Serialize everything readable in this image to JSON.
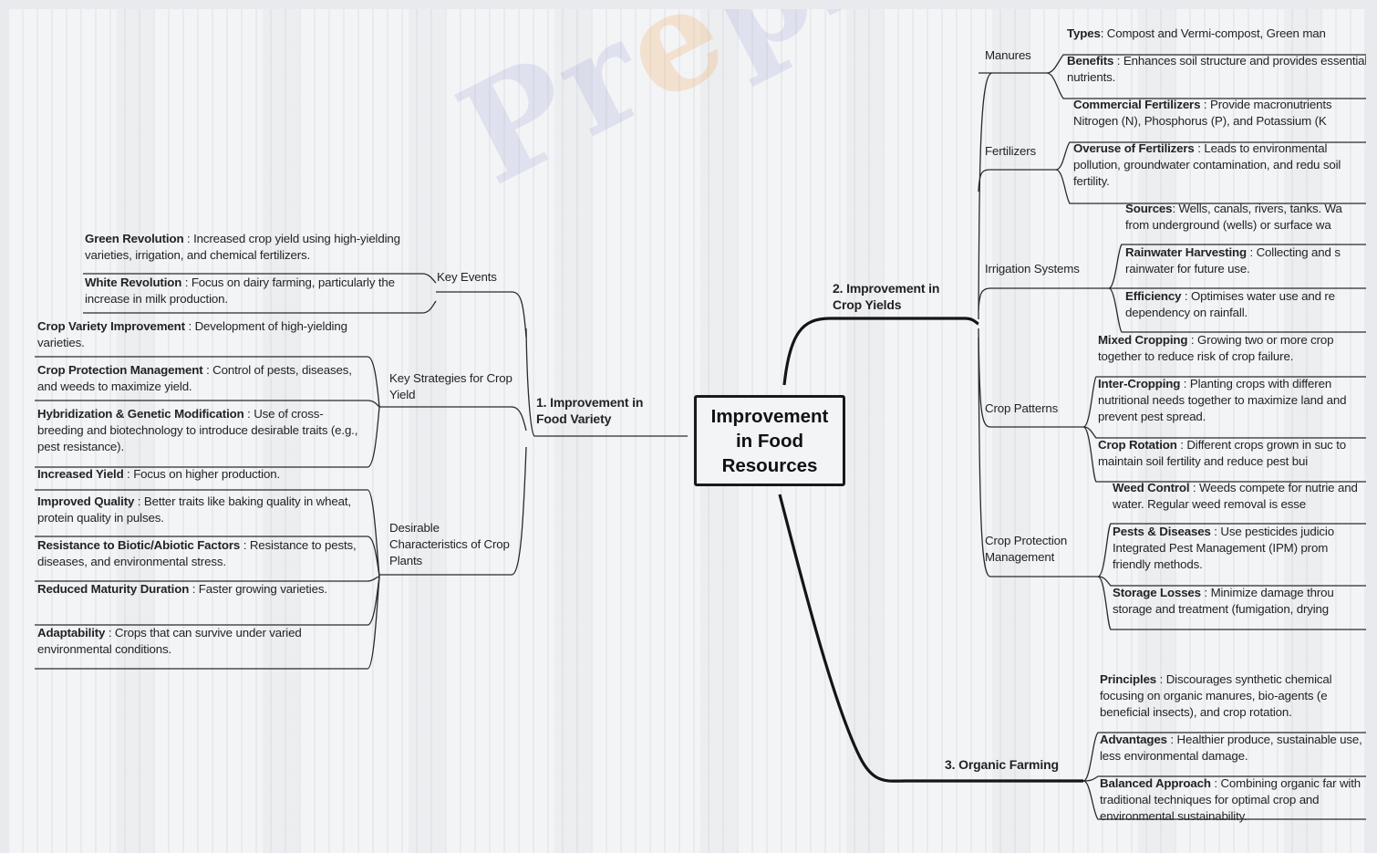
{
  "watermark": {
    "text_a": "P",
    "text_b": "r",
    "text_c": "e",
    "text_d": "pzy"
  },
  "center": "Improvement in Food Resources",
  "branches": {
    "food_variety": "1. Improvement in Food Variety",
    "crop_yields": "2. Improvement in Crop Yields",
    "organic": "3. Organic Farming"
  },
  "left": {
    "key_events": {
      "label": "Key Events",
      "items": [
        {
          "k": "Green Revolution",
          "v": " : Increased crop yield using high-yielding varieties, irrigation, and chemical fertilizers."
        },
        {
          "k": "White Revolution",
          "v": " : Focus on dairy farming, particularly the increase in milk production."
        }
      ]
    },
    "strategies": {
      "label": "Key Strategies for Crop Yield",
      "items": [
        {
          "k": "Crop Variety Improvement",
          "v": " : Development of high-yielding varieties."
        },
        {
          "k": "Crop Protection Management",
          "v": " : Control of pests, diseases, and weeds to maximize yield."
        },
        {
          "k": "Hybridization & Genetic Modification",
          "v": " : Use of cross-breeding and biotechnology to introduce desirable traits (e.g., pest resistance)."
        }
      ]
    },
    "characteristics": {
      "label": "Desirable Characteristics of Crop Plants",
      "items": [
        {
          "k": "Increased Yield",
          "v": " : Focus on higher production."
        },
        {
          "k": "Improved Quality",
          "v": " : Better traits like baking quality in wheat, protein quality in pulses."
        },
        {
          "k": "Resistance to Biotic/Abiotic Factors",
          "v": " : Resistance to pests, diseases, and environmental stress."
        },
        {
          "k": "Reduced Maturity Duration",
          "v": " : Faster growing varieties."
        },
        {
          "k": "Adaptability",
          "v": " : Crops that can survive under varied environmental conditions."
        }
      ]
    }
  },
  "right": {
    "manures": {
      "label": "Manures",
      "items": [
        {
          "k": "Types",
          "v": ": Compost and Vermi-compost, Green man"
        },
        {
          "k": "Benefits",
          "v": " : Enhances soil structure and provides essential nutrients."
        }
      ]
    },
    "fertilizers": {
      "label": "Fertilizers",
      "items": [
        {
          "k": "Commercial Fertilizers",
          "v": " : Provide macronutrients Nitrogen (N), Phosphorus (P), and Potassium (K"
        },
        {
          "k": "Overuse of Fertilizers",
          "v": " : Leads to environmental pollution, groundwater contamination, and redu soil fertility."
        }
      ]
    },
    "irrigation": {
      "label": "Irrigation Systems",
      "items": [
        {
          "k": "Sources",
          "v": ": Wells, canals, rivers, tanks. Wa from underground (wells) or surface wa"
        },
        {
          "k": "Rainwater Harvesting",
          "v": " : Collecting and s rainwater for future use."
        },
        {
          "k": "Efficiency",
          "v": " : Optimises water use and re dependency on rainfall."
        }
      ]
    },
    "patterns": {
      "label": "Crop Patterns",
      "items": [
        {
          "k": "Mixed Cropping",
          "v": " : Growing two or more crop together to reduce risk of crop failure."
        },
        {
          "k": "Inter-Cropping",
          "v": " : Planting crops with differen nutritional needs together to maximize land and prevent pest spread."
        },
        {
          "k": "Crop Rotation",
          "v": " : Different crops grown in suc to maintain soil fertility and reduce pest bui"
        }
      ]
    },
    "protection": {
      "label": "Crop Protection Management",
      "items": [
        {
          "k": "Weed Control",
          "v": " : Weeds compete for nutrie and water. Regular weed removal is esse"
        },
        {
          "k": "Pests & Diseases",
          "v": " : Use pesticides judicio Integrated Pest Management (IPM) prom friendly methods."
        },
        {
          "k": "Storage Losses",
          "v": " : Minimize damage throu storage and treatment (fumigation, drying"
        }
      ]
    },
    "organic": {
      "items": [
        {
          "k": "Principles",
          "v": " : Discourages synthetic chemical focusing on organic manures, bio-agents (e beneficial insects), and crop rotation."
        },
        {
          "k": "Advantages",
          "v": " : Healthier produce, sustainable use, less environmental damage."
        },
        {
          "k": "Balanced Approach",
          "v": " : Combining organic far with traditional techniques for optimal crop and environmental sustainability."
        }
      ]
    }
  }
}
